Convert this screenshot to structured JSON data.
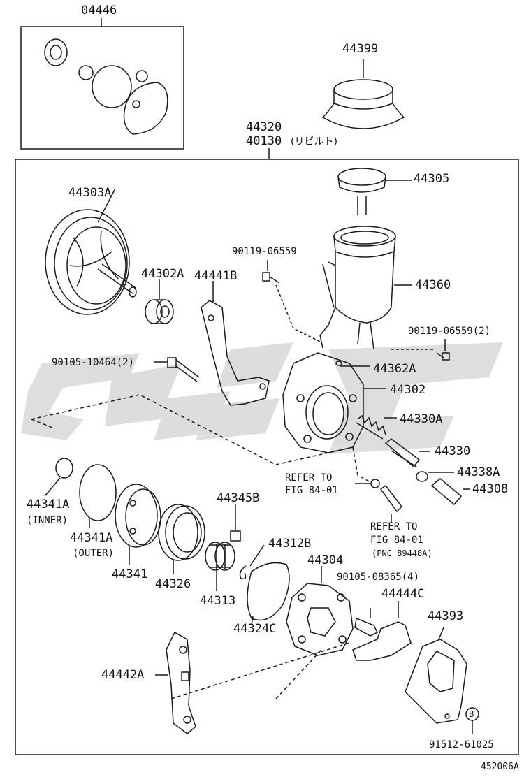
{
  "labels": {
    "p04446": "04446",
    "p44399": "44399",
    "p44320": "44320",
    "p40130": "40130",
    "p40130_note": "(リビルト)",
    "p44305": "44305",
    "p44303A": "44303A",
    "p90119_a": "90119-06559",
    "p44302A": "44302A",
    "p44441B": "44441B",
    "p44360": "44360",
    "p90119_b": "90119-06559(2)",
    "p90105_a": "90105-10464(2)",
    "p44362A": "44362A",
    "p44302": "44302",
    "p44330A": "44330A",
    "p44330": "44330",
    "p44338A": "44338A",
    "p44308": "44308",
    "refer1_a": "REFER TO",
    "refer1_b": "FIG 84-01",
    "refer2_a": "REFER TO",
    "refer2_b": "FIG 84-01",
    "refer2_c": "(PNC 89448A)",
    "p44341A_inner": "44341A",
    "inner": "(INNER)",
    "p44341A_outer": "44341A",
    "outer": "(OUTER)",
    "p44345B": "44345B",
    "p44312B": "44312B",
    "p44304": "44304",
    "p90105_b": "90105-08365(4)",
    "p44341": "44341",
    "p44326": "44326",
    "p44313": "44313",
    "p44324C": "44324C",
    "p44444C": "44444C",
    "p44393": "44393",
    "p44442A": "44442A",
    "circle_b": "B",
    "p91512": "91512-61025",
    "diagram_id": "452006A"
  },
  "colors": {
    "line": "#1a1a1a",
    "watermark": "#d9d9d9",
    "background": "#ffffff"
  }
}
